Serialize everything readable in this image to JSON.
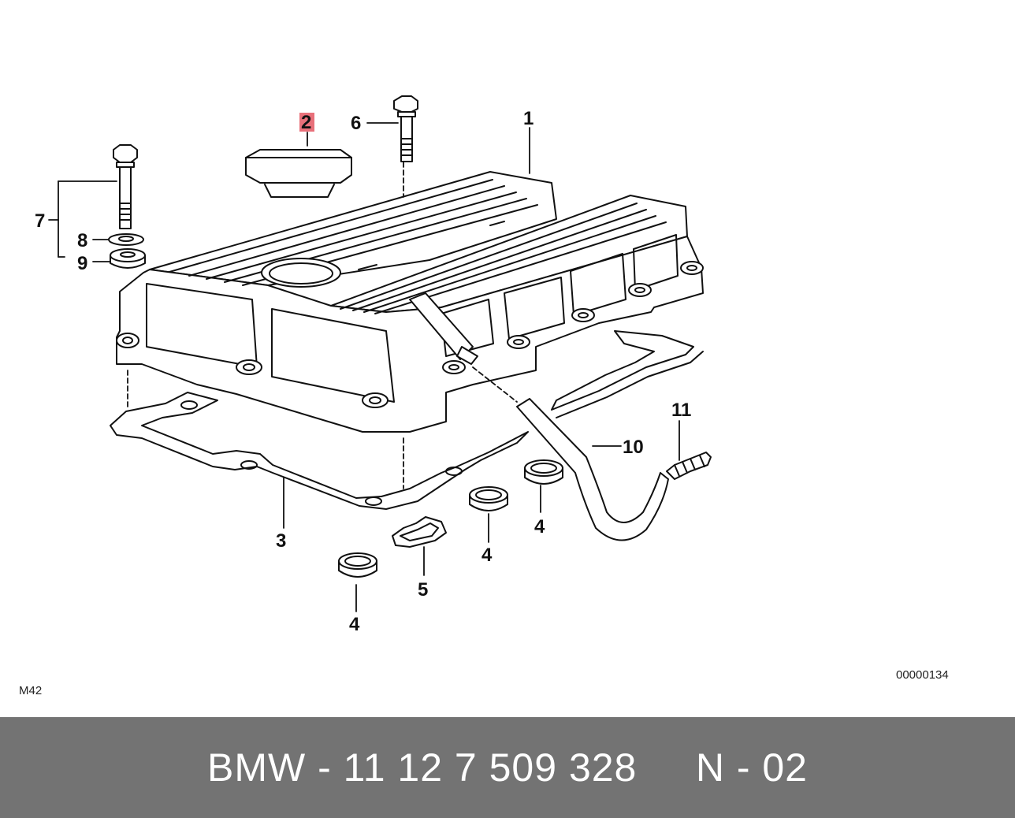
{
  "callouts": [
    {
      "id": "1",
      "text": "1"
    },
    {
      "id": "2",
      "text": "2",
      "highlighted": true
    },
    {
      "id": "3",
      "text": "3"
    },
    {
      "id": "4a",
      "text": "4"
    },
    {
      "id": "4b",
      "text": "4"
    },
    {
      "id": "4c",
      "text": "4"
    },
    {
      "id": "5",
      "text": "5"
    },
    {
      "id": "6",
      "text": "6"
    },
    {
      "id": "7",
      "text": "7"
    },
    {
      "id": "8",
      "text": "8"
    },
    {
      "id": "9",
      "text": "9"
    },
    {
      "id": "10",
      "text": "10"
    },
    {
      "id": "11",
      "text": "11"
    }
  ],
  "model_code": "M42",
  "image_id": "00000134",
  "footer_text": "BMW - 11 12 7 509 328     N - 02",
  "colors": {
    "highlight": "#e8707a",
    "footer_bg": "#737373",
    "line": "#111111"
  }
}
